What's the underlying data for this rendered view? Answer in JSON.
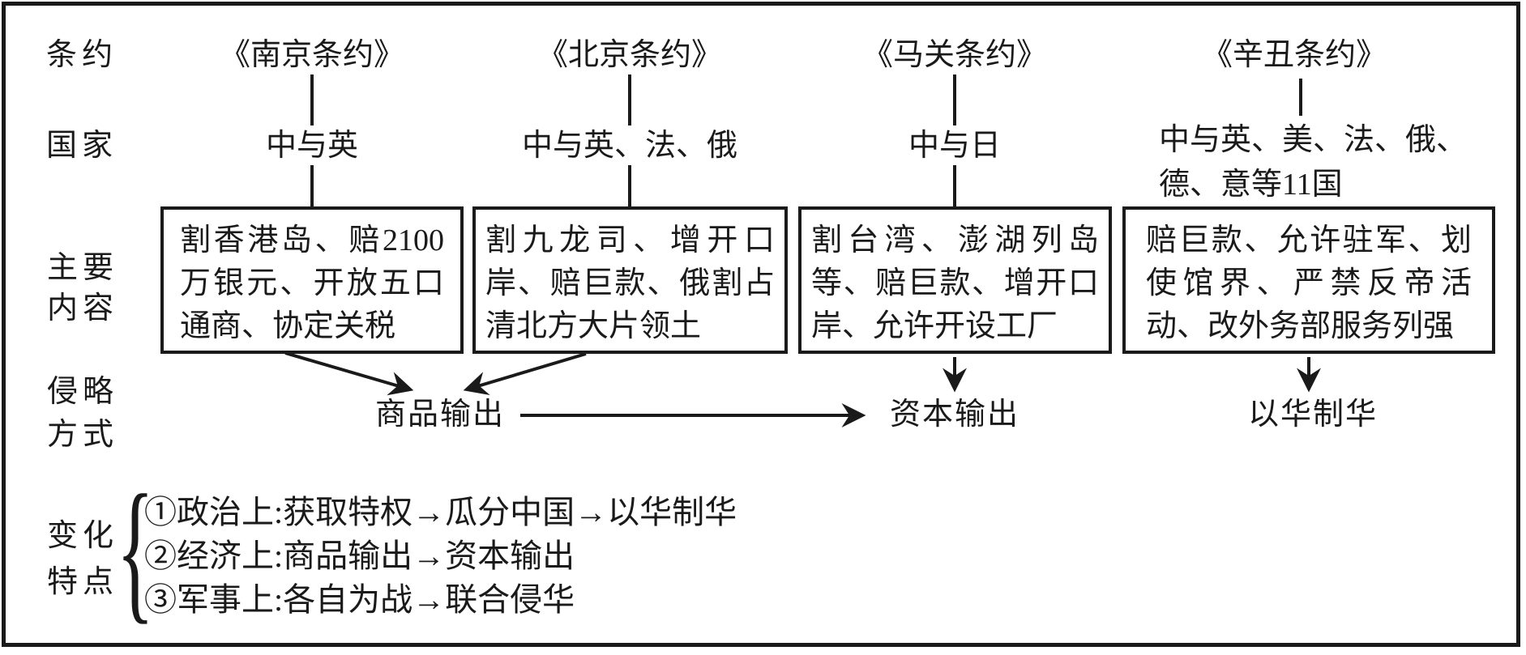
{
  "diagram": {
    "labels": {
      "treaty": "条约",
      "country": "国家",
      "main_content_1": "主要",
      "main_content_2": "内容",
      "invasion_1": "侵略",
      "invasion_2": "方式",
      "change_1": "变化",
      "change_2": "特点"
    },
    "columns": [
      {
        "treaty": "《南京条约》",
        "country": "中与英",
        "content": "割香港岛、赔2100万银元、开放五口通商、协定关税"
      },
      {
        "treaty": "《北京条约》",
        "country": "中与英、法、俄",
        "content": "割九龙司、增开口岸、赔巨款、俄割占清北方大片领土"
      },
      {
        "treaty": "《马关条约》",
        "country": "中与日",
        "content": "割台湾、澎湖列岛等、赔巨款、增开口岸、允许开设工厂"
      },
      {
        "treaty": "《辛丑条约》",
        "country": "中与英、美、法、俄、德、意等11国",
        "content": "赔巨款、允许驻军、划使馆界、严禁反帝活动、改外务部服务列强"
      }
    ],
    "invasion_methods": {
      "commodity": "商品输出",
      "capital": "资本输出",
      "control": "以华制华"
    },
    "change_points": {
      "item1": "①政治上:获取特权→瓜分中国→以华制华",
      "item2": "②经济上:商品输出→资本输出",
      "item3": "③军事上:各自为战→联合侵华"
    },
    "brace": "{",
    "colors": {
      "ink": "#1a1a1a",
      "background": "#ffffff"
    }
  }
}
